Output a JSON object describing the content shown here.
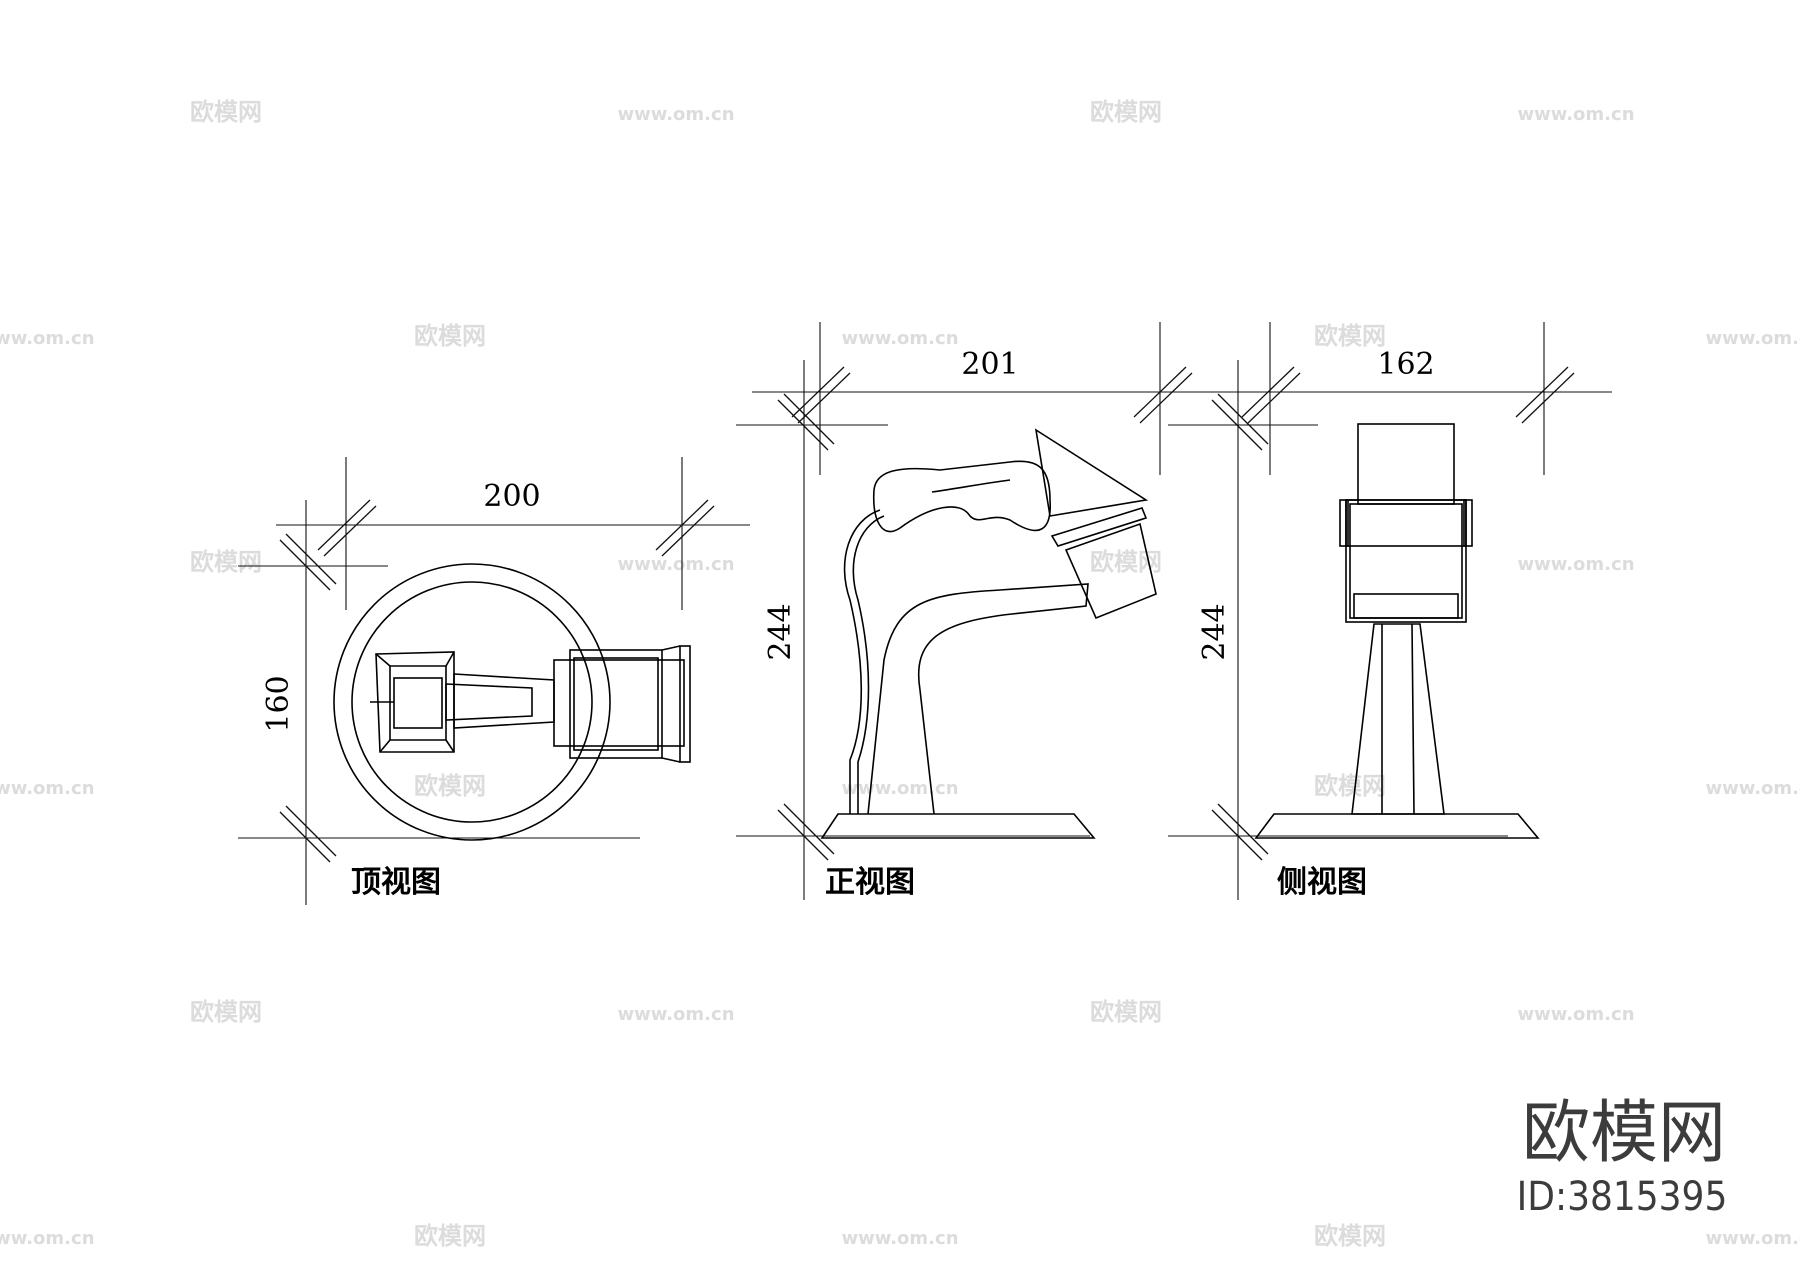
{
  "views": {
    "top": {
      "caption": "顶视图",
      "width_dim": "200",
      "height_dim": "160"
    },
    "front": {
      "caption": "正视图",
      "width_dim": "201",
      "height_dim": "244"
    },
    "side": {
      "caption": "侧视图",
      "width_dim": "162",
      "height_dim": "244"
    }
  },
  "watermark": {
    "brand": "欧模网",
    "id": "ID:3815395",
    "tile_logo": "欧模网",
    "tile_url": "www.om.cn"
  }
}
